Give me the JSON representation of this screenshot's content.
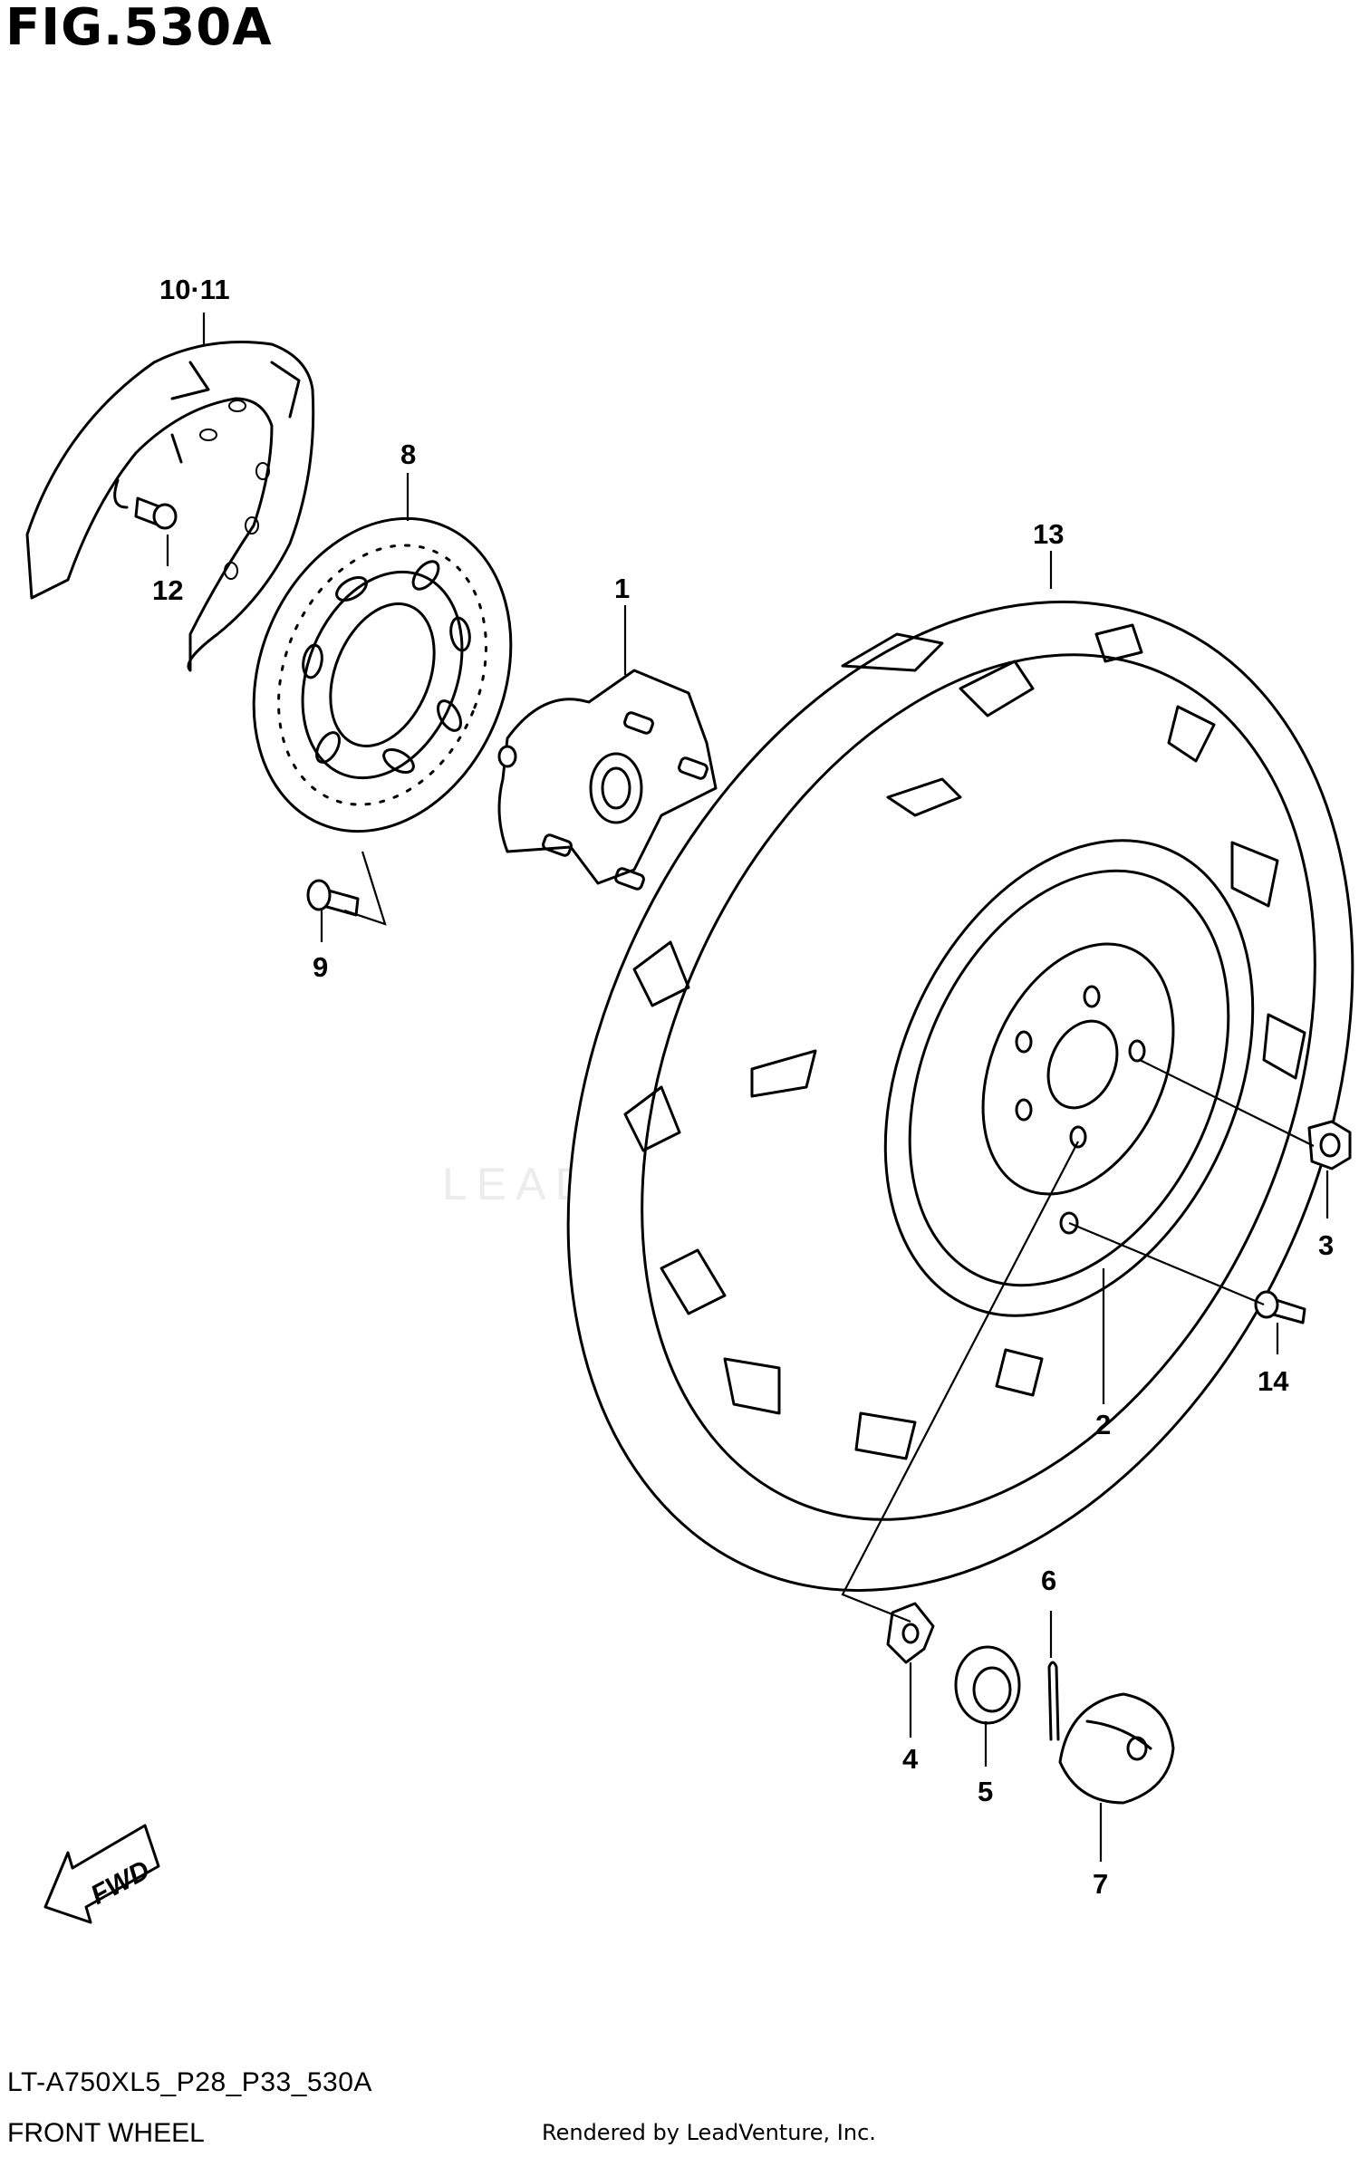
{
  "figure": {
    "title": "FIG.530A",
    "model_code": "LT-A750XL5_P28_P33_530A",
    "name": "FRONT WHEEL",
    "rendered_by": "Rendered by LeadVenture, Inc.",
    "watermark": "LEADVENTURE",
    "direction_marker": "FWD"
  },
  "callouts": {
    "c1": "1",
    "c2": "2",
    "c3": "3",
    "c4": "4",
    "c5": "5",
    "c6": "6",
    "c7": "7",
    "c8": "8",
    "c9": "9",
    "c10_11": "10·11",
    "c12": "12",
    "c13": "13",
    "c14": "14"
  }
}
